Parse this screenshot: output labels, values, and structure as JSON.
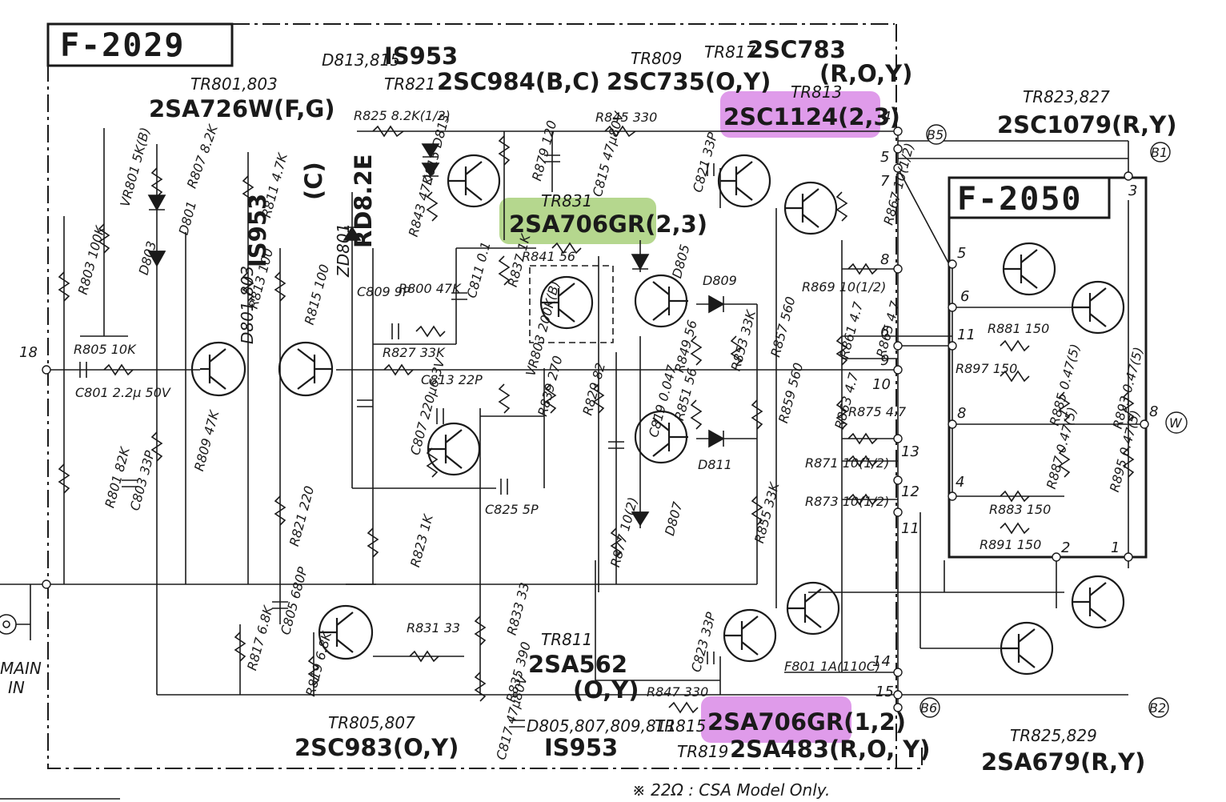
{
  "blocks": {
    "main_board": "F-2029",
    "sub_board": "F-2050"
  },
  "footnote": "※ 22Ω : CSA Model Only.",
  "input_label": {
    "line1": "MAIN",
    "line2": "IN"
  },
  "highlights": {
    "magenta_top": "2SC1124(2,3)",
    "green_mid": "2SA706GR(2,3)",
    "magenta_bottom": "2SA706GR(1,2)"
  },
  "part_labels": {
    "d813_ref": "D813,815",
    "d813_part": "IS953",
    "tr801_ref": "TR801,803",
    "tr801_part": "2SA726W(F,G)",
    "tr821_ref": "TR821",
    "tr821_part": "2SC984(B,C)",
    "tr809_ref": "TR809",
    "tr809_part": "2SC735(O,Y)",
    "tr817_ref": "TR817",
    "tr817_part": "2SC783",
    "tr817_grade": "(R,O,Y)",
    "tr813_ref": "TR813",
    "tr823_ref": "TR823,827",
    "tr823_part": "2SC1079(R,Y)",
    "tr831_ref": "TR831",
    "d801_part": "IS953",
    "d801_ref": "D801,803",
    "zd_sub": "(C)",
    "zd_part": "RD8.2E",
    "zd_ref": "ZD801",
    "tr811_ref": "TR811",
    "tr811_part": "2SA562",
    "tr811_grade": "(O,Y)",
    "tr805_ref": "TR805,807",
    "tr805_part": "2SC983(O,Y)",
    "d805_ref": "D805,807,809,811",
    "d805_part": "IS953",
    "tr815_ref": "TR815",
    "tr819_ref": "TR819",
    "tr819_part": "2SA483(R,O, Y)",
    "tr825_ref": "TR825,829",
    "tr825_part": "2SA679(R,Y)"
  },
  "components": [
    "R825 8.2K(1/2)",
    "R845 330",
    "R807 8.2K",
    "VR801 5K(B)",
    "R811 4.7K",
    "R803 100K",
    "D803",
    "D801",
    "R813 100",
    "R815 100",
    "R843 47K",
    "D815 D813",
    "R879 120",
    "C815 47μ80V",
    "C821 33P",
    "R867 10(1/2)",
    "R841 56",
    "D805",
    "D809",
    "R805 10K",
    "C801 2.2μ 50V",
    "C809 9P",
    "R800 47K",
    "C811 0.1",
    "R837 1K",
    "VR803 200K(B)",
    "R827 33K",
    "R849 56",
    "R853 33K",
    "R857 560",
    "R861 4.7",
    "R865 4.7",
    "R869 10(1/2)",
    "C813 22P",
    "C807 220μ6.3V",
    "R839 270",
    "R829 82",
    "C819 0.047",
    "R851 56",
    "R859 560",
    "R863 4.7",
    "R875 4.7",
    "D811",
    "R871 10(1/2)",
    "R873 10(1/2)",
    "R801 82K",
    "C803 33P",
    "R809 47K",
    "R821 220",
    "R823 1K",
    "C825 5P",
    "R877 10(2)",
    "D807",
    "R855 33K",
    "R881 150",
    "R897 150",
    "R885 0.47(5)",
    "R893 0.47(5)",
    "R887 0.47(5)",
    "R895 0.47(5)",
    "R883 150",
    "R891 150",
    "R817 6.8K",
    "C805 680P",
    "R819 6.8K",
    "R831 33",
    "R833 33",
    "R835 390",
    "C817 47μ80V",
    "C823 33P",
    "F801 1A(110C)",
    "R847 330"
  ],
  "connectors": [
    "B5",
    "B1",
    "W",
    "B6",
    "B2"
  ],
  "pins": {
    "left": [
      "18"
    ],
    "right": [
      "4",
      "5",
      "7",
      "8",
      "6",
      "9",
      "10",
      "13",
      "12",
      "11",
      "14",
      "15"
    ],
    "sub": [
      "3",
      "5",
      "6",
      "11",
      "8",
      "4",
      "2",
      "1",
      "8"
    ]
  }
}
